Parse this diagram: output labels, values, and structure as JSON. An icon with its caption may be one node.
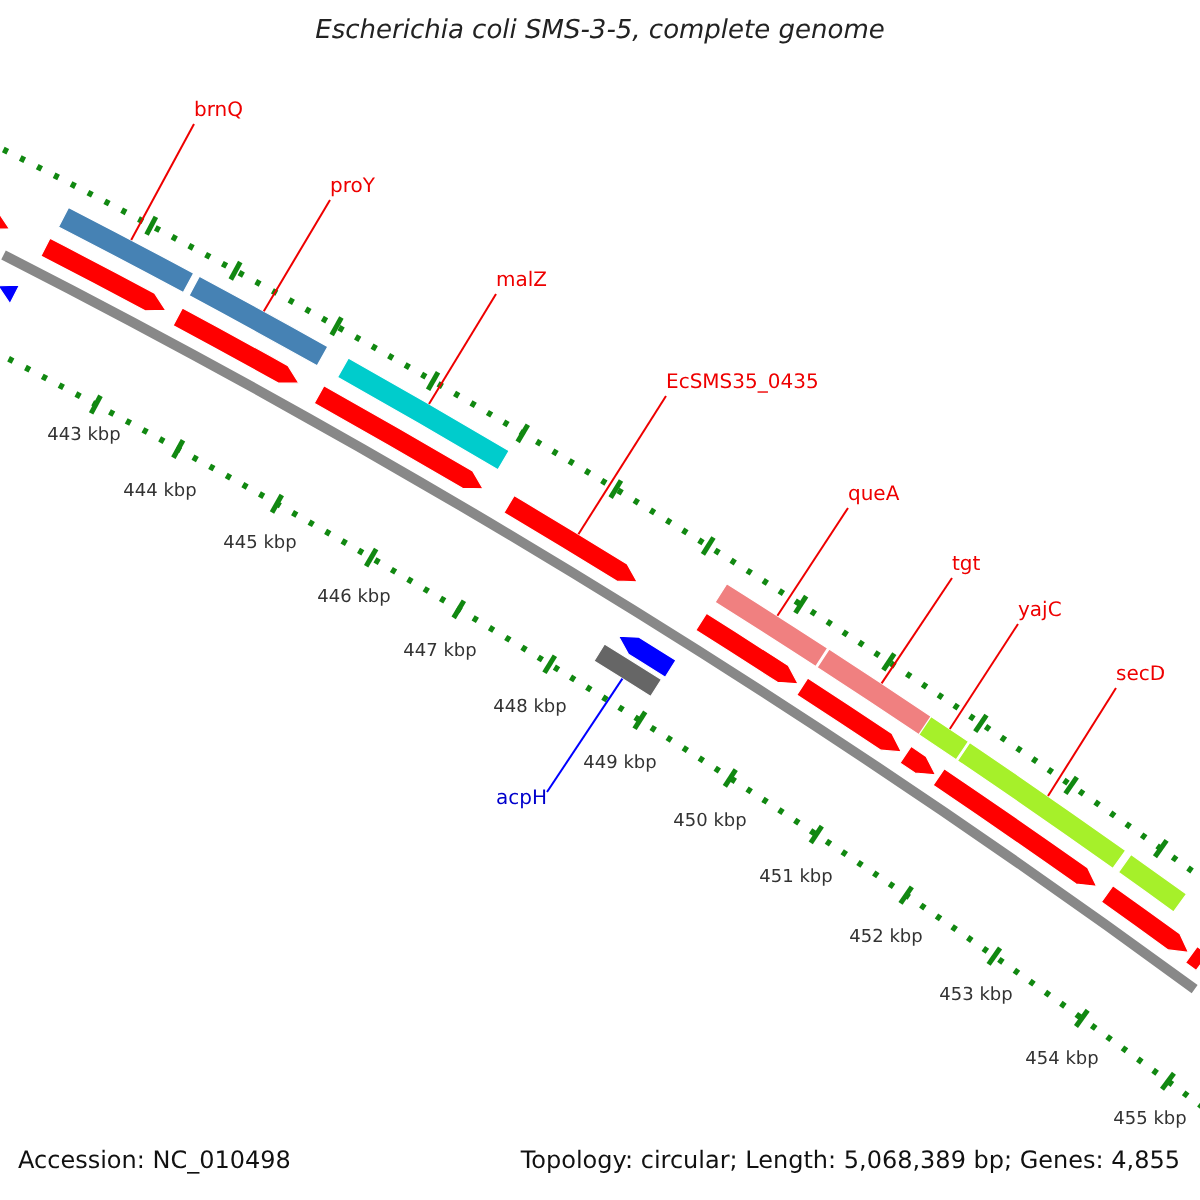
{
  "diagram": {
    "title": "Escherichia coli SMS-3-5, complete genome",
    "nodes": [
      {
        "text": [
          "brnQ"
        ]
      },
      {
        "text": [
          "proY"
        ]
      },
      {
        "text": [
          "malZ"
        ]
      },
      {
        "text": [
          "EcSMS35_0435"
        ]
      },
      {
        "text": [
          "queA"
        ]
      },
      {
        "text": [
          "tgt"
        ]
      },
      {
        "text": [
          "yajC"
        ]
      },
      {
        "text": [
          "secD"
        ]
      },
      {
        "text": [
          "acpH"
        ]
      },
      {
        "text": [],
        "shape": "arrow"
      },
      {
        "text": [],
        "shape": "arrow"
      },
      {
        "text": [],
        "shape": "arrow"
      },
      {
        "text": [],
        "shape": "bar"
      },
      {
        "text": [],
        "shape": "arrow"
      },
      {
        "text": [],
        "shape": "bar"
      },
      {
        "text": [],
        "shape": "arrow"
      },
      {
        "text": [],
        "shape": "bar"
      },
      {
        "text": [],
        "shape": "arrow"
      },
      {
        "text": [],
        "shape": "bar"
      },
      {
        "text": [],
        "shape": "arrow"
      },
      {
        "text": [],
        "shape": "arrow"
      },
      {
        "text": [],
        "shape": "bar"
      },
      {
        "text": [],
        "shape": "arrow"
      },
      {
        "text": [],
        "shape": "bar"
      },
      {
        "text": [],
        "shape": "arrow"
      },
      {
        "text": [],
        "shape": "bar"
      },
      {
        "text": [],
        "shape": "arrow"
      },
      {
        "text": [],
        "shape": "bar"
      },
      {
        "text": [],
        "shape": "arrow"
      },
      {
        "text": [],
        "shape": "bar"
      },
      {
        "text": [],
        "shape": "bar"
      }
    ],
    "edges": [
      {
        "from": 0,
        "to": 12,
        "arrow": "none"
      },
      {
        "from": 1,
        "to": 14,
        "arrow": "none"
      },
      {
        "from": 2,
        "to": 16,
        "arrow": "none"
      },
      {
        "from": 3,
        "to": 17,
        "arrow": "none"
      },
      {
        "from": 4,
        "to": 21,
        "arrow": "none"
      },
      {
        "from": 5,
        "to": 23,
        "arrow": "none"
      },
      {
        "from": 6,
        "to": 25,
        "arrow": "none"
      },
      {
        "from": 7,
        "to": 27,
        "arrow": "none"
      },
      {
        "from": 8,
        "to": 18,
        "arrow": "none",
        "color": "#0000ff"
      }
    ],
    "labels": [
      "443 kbp",
      "444 kbp",
      "445 kbp",
      "446 kbp",
      "447 kbp",
      "448 kbp",
      "449 kbp",
      "450 kbp",
      "451 kbp",
      "452 kbp",
      "453 kbp",
      "454 kbp",
      "455 kbp",
      "Accession: NC_010498",
      "Topology: circular; Length: 5,068,389 bp; Genes: 4,855"
    ]
  }
}
